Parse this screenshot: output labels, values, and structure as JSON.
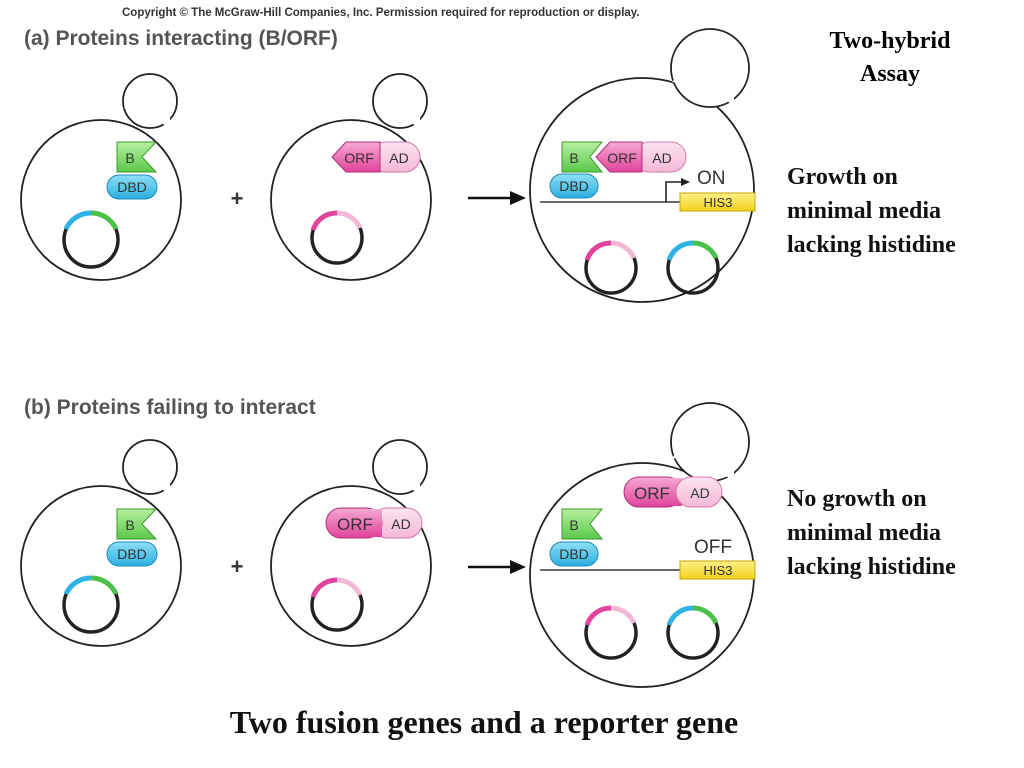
{
  "copyright": "Copyright © The McGraw-Hill Companies, Inc. Permission required for reproduction or display.",
  "title": "Two-hybrid Assay",
  "title_lines": [
    "Two-hybrid",
    "Assay"
  ],
  "caption": "Two fusion genes and a reporter gene",
  "colors": {
    "bait": "#7dd66a",
    "dbd": "#4fc3e8",
    "prey_orf": "#e356a8",
    "prey_ad": "#f6c4dd",
    "reporter": "#f5dd3a"
  },
  "panel_a": {
    "heading": "(a) Proteins interacting (B/ORF)",
    "result_lines": [
      "Growth on",
      "minimal media",
      "lacking histidine"
    ],
    "state": "ON",
    "labels": {
      "bait": "B",
      "dbd": "DBD",
      "orf": "ORF",
      "ad": "AD",
      "reporter": "HIS3",
      "plus": "+"
    }
  },
  "panel_b": {
    "heading": "(b) Proteins failing to interact",
    "result_lines": [
      "No growth on",
      "minimal media",
      "lacking histidine"
    ],
    "state": "OFF",
    "labels": {
      "bait": "B",
      "dbd": "DBD",
      "orf": "ORF",
      "ad": "AD",
      "reporter": "HIS3",
      "plus": "+"
    }
  }
}
